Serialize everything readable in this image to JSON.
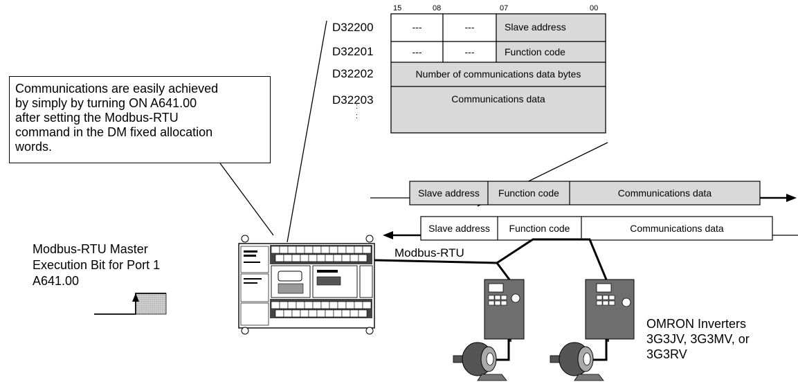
{
  "bit_labels": [
    "15",
    "08",
    "07",
    "00"
  ],
  "dm_words": [
    "D32200",
    "D32201",
    "D32202",
    "D32203"
  ],
  "dm_table": {
    "row0": [
      "---",
      "---",
      "Slave address"
    ],
    "row1": [
      "---",
      "---",
      "Function code"
    ],
    "row2": "Number of communications data bytes",
    "row3": "Communications data",
    "continuation": ":"
  },
  "callout_lines": [
    "Communications are easily achieved",
    "by simply by turning ON A641.00",
    "after setting the Modbus-RTU",
    "command in the DM fixed allocation",
    "words."
  ],
  "frame_out": [
    "Slave address",
    "Function code",
    "Communications data"
  ],
  "frame_in": [
    "Slave address",
    "Function code",
    "Communications data"
  ],
  "bit_caption": [
    "Modbus-RTU Master",
    "Execution Bit for Port 1",
    "A641.00"
  ],
  "network_label": "Modbus-RTU",
  "inverter_caption": [
    "OMRON Inverters",
    "3G3JV, 3G3MV, or",
    "3G3RV"
  ],
  "colors": {
    "table_gray": "#d9d9d9",
    "device_gray": "#8a8a8a",
    "line": "#000000"
  }
}
